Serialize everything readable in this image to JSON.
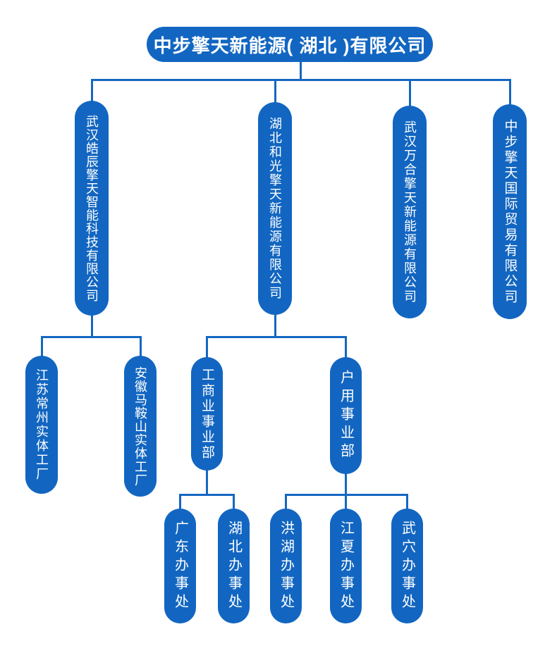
{
  "palette": {
    "node_blue": "#1266c1",
    "line_blue": "#1467c2",
    "node_text": "#ffffff",
    "background": "#ffffff"
  },
  "org": {
    "root": {
      "label": "中步擎天新能源( 湖北 )有限公司"
    },
    "subsidiaries": [
      {
        "label": "武汉皓辰擎天智能科技有限公司"
      },
      {
        "label": "湖北和光擎天新能源有限公司"
      },
      {
        "label": "武汉万合擎天新能源有限公司"
      },
      {
        "label": "中步擎天国际贸易有限公司"
      }
    ],
    "factories": [
      {
        "label": "江苏常州实体工厂"
      },
      {
        "label": "安徽马鞍山实体工厂"
      }
    ],
    "divisions": [
      {
        "label": "工商业事业部"
      },
      {
        "label": "户用事业部"
      }
    ],
    "offices_commercial": [
      {
        "label": "广东办事处"
      },
      {
        "label": "湖北办事处"
      }
    ],
    "offices_residential": [
      {
        "label": "洪湖办事处"
      },
      {
        "label": "江夏办事处"
      },
      {
        "label": "武穴办事处"
      }
    ]
  }
}
